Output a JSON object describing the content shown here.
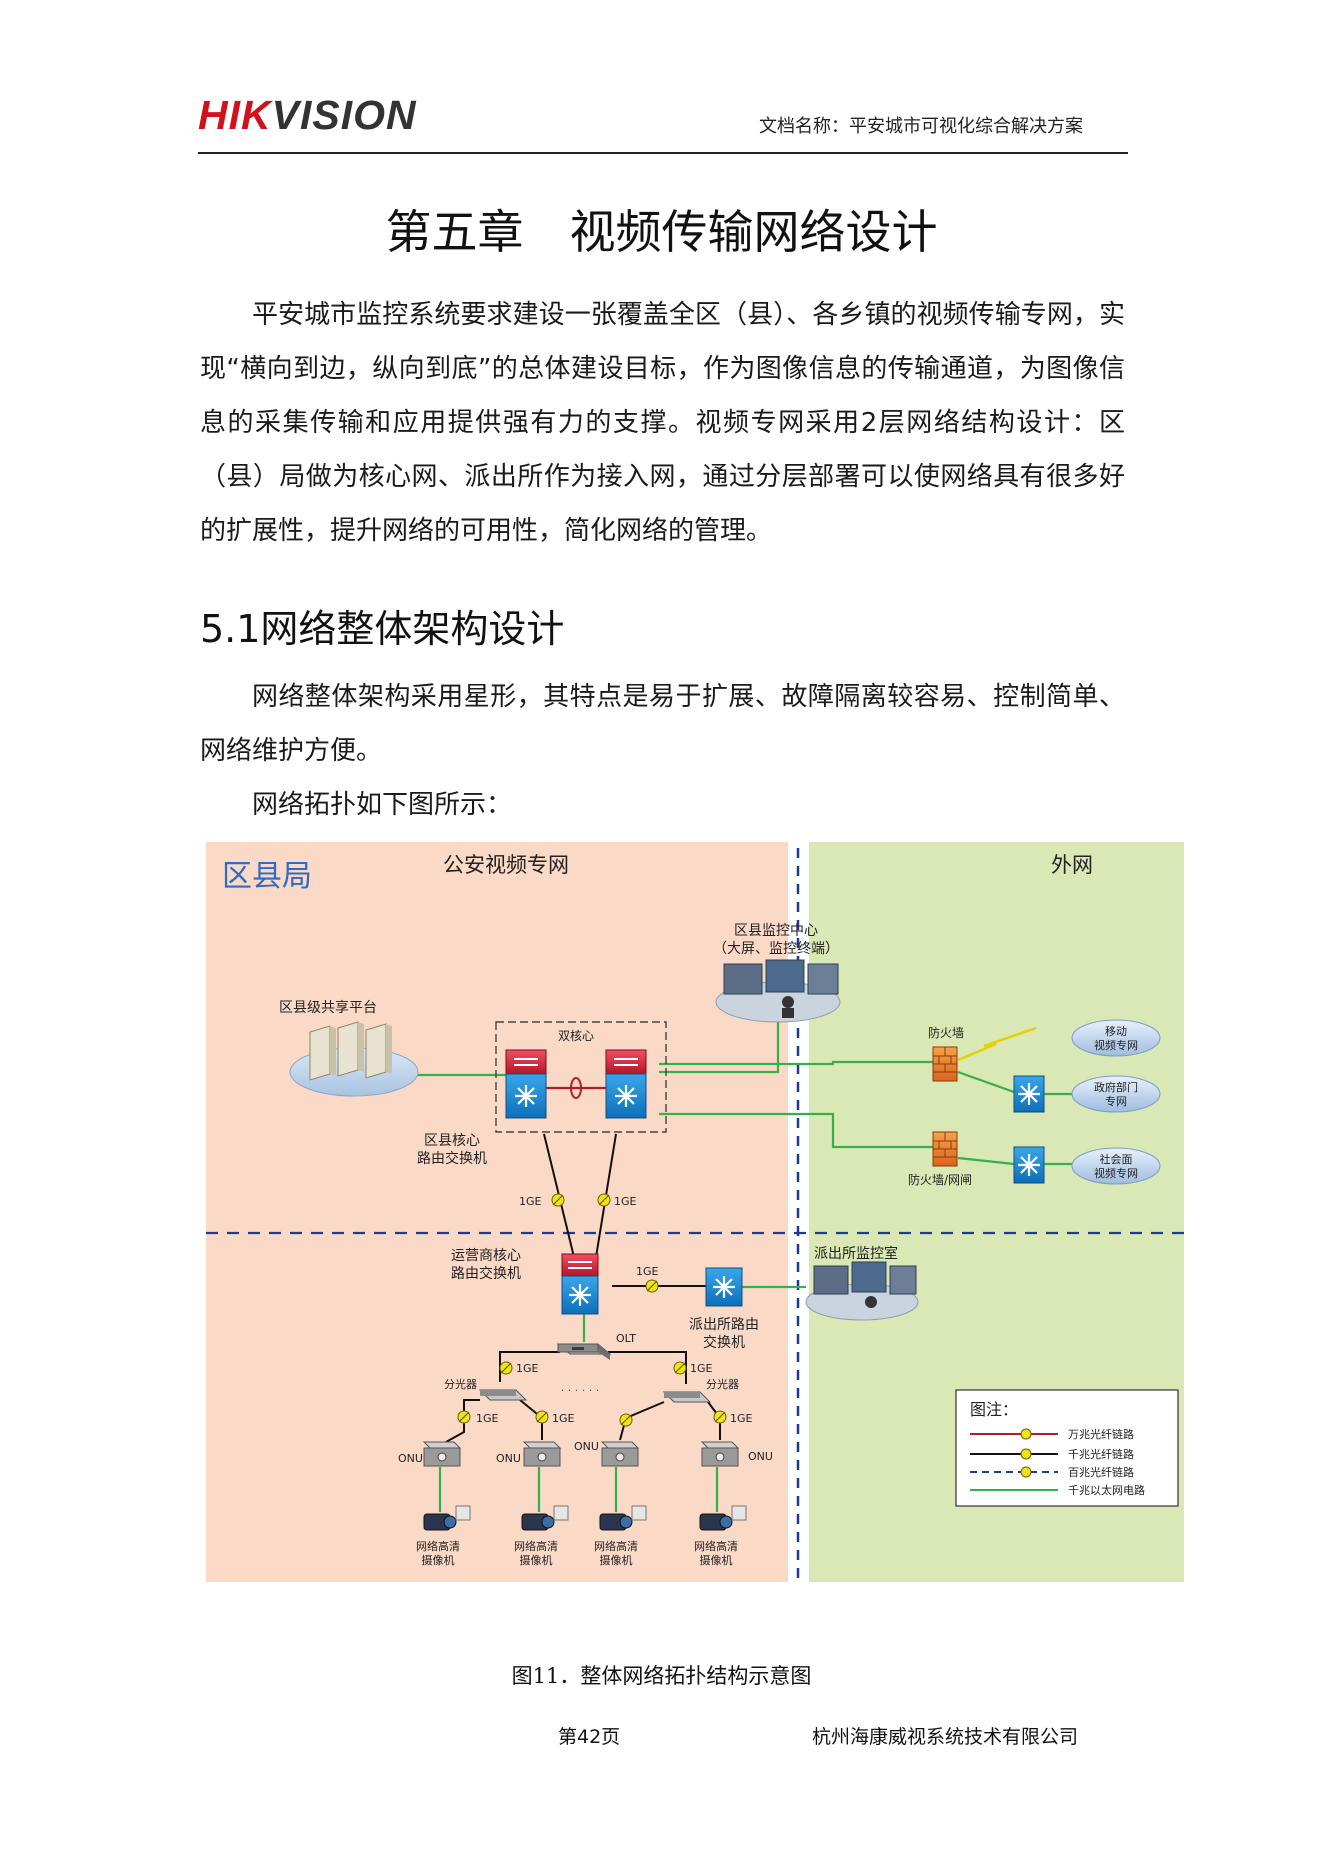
{
  "header": {
    "logo_part1": "HIK",
    "logo_part2": "VISION",
    "doc_name": "文档名称：平安城市可视化综合解决方案"
  },
  "chapter_title": "第五章　视频传输网络设计",
  "intro_paragraph": "平安城市监控系统要求建设一张覆盖全区（县）、各乡镇的视频传输专网，实现“横向到边，纵向到底”的总体建设目标，作为图像信息的传输通道，为图像信息的采集传输和应用提供强有力的支撑。视频专网采用2层网络结构设计：区（县）局做为核心网、派出所作为接入网，通过分层部署可以使网络具有很多好的扩展性，提升网络的可用性，简化网络的管理。",
  "section": {
    "title": "5.1网络整体架构设计",
    "paragraph_1": "网络整体架构采用星形，其特点是易于扩展、故障隔离较容易、控制简单、网络维护方便。",
    "paragraph_2": "网络拓扑如下图所示："
  },
  "diagram": {
    "region_left": "区县局",
    "region_private": "公安视频专网",
    "region_external": "外网",
    "monitor_center": "区县监控中心",
    "monitor_center_sub": "（大屏、监控终端）",
    "share_platform": "区县级共享平台",
    "dual_core": "双核心",
    "core_switch_1": "区县核心",
    "core_switch_2": "路由交换机",
    "firewall_1": "防火墙",
    "firewall_2": "防火墙/网闸",
    "ext_mobile_1": "移动",
    "ext_mobile_2": "视频专网",
    "ext_gov_1": "政府部门",
    "ext_gov_2": "专网",
    "ext_social_1": "社会面",
    "ext_social_2": "视频专网",
    "link_1ge": "1GE",
    "carrier_switch_1": "运营商核心",
    "carrier_switch_2": "路由交换机",
    "station_room": "派出所监控室",
    "station_switch_1": "派出所路由",
    "station_switch_2": "交换机",
    "olt": "OLT",
    "splitter": "分光器",
    "dots": "· · · · · ·",
    "onu": "ONU",
    "camera_1": "网络高清",
    "camera_2": "摄像机",
    "legend_title": "图注：",
    "legend_items": [
      "万兆光纤链路",
      "千兆光纤链路",
      "百兆光纤链路",
      "千兆以太网电路"
    ],
    "colors": {
      "private_bg": "#fbd9c7",
      "external_bg": "#d9e8b4",
      "green_link": "#33b14a",
      "red_link": "#b11c2a",
      "switch_blue": "#1c8bd8",
      "switch_red": "#d6243b"
    }
  },
  "caption": "图11．整体网络拓扑结构示意图",
  "footer": {
    "page": "第42页",
    "company": "杭州海康威视系统技术有限公司"
  }
}
